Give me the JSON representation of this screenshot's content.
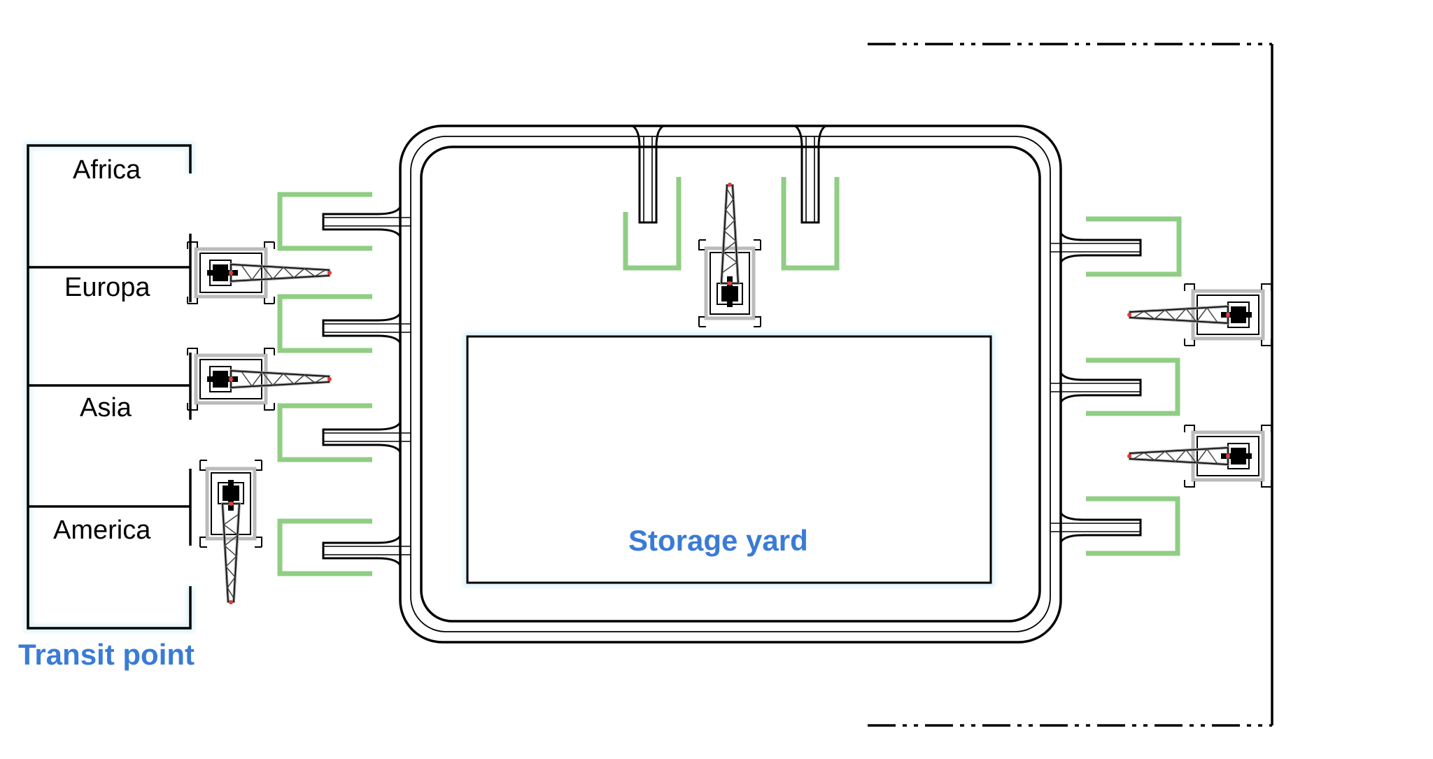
{
  "transit": {
    "title": "Transit point",
    "regions": [
      {
        "label": "Africa"
      },
      {
        "label": "Europa"
      },
      {
        "label": "Asia"
      },
      {
        "label": "America"
      }
    ]
  },
  "storage": {
    "title": "Storage yard"
  },
  "colors": {
    "outline": "#000000",
    "bay": "#8fce84",
    "glow": "#dff3fb",
    "label_blue": "#3a7bd5",
    "crane_light": "#bbbbbb",
    "crane_body": "#000000",
    "crane_marker": "#e23b3b"
  },
  "icons": [
    "crane-icon"
  ]
}
